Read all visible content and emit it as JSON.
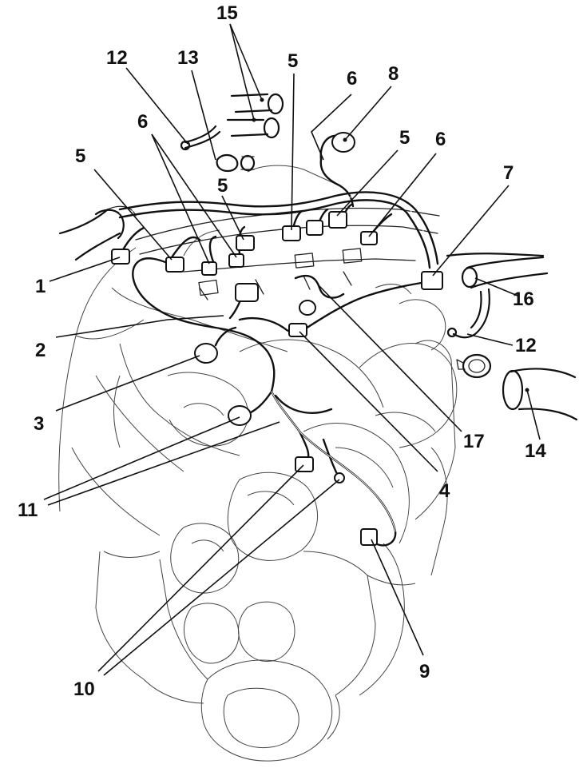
{
  "figure": {
    "callouts": [
      {
        "id": "c1",
        "label": "1"
      },
      {
        "id": "c2",
        "label": "2"
      },
      {
        "id": "c3",
        "label": "3"
      },
      {
        "id": "c4",
        "label": "4"
      },
      {
        "id": "c5a",
        "label": "5"
      },
      {
        "id": "c5b",
        "label": "5"
      },
      {
        "id": "c5c",
        "label": "5"
      },
      {
        "id": "c5d",
        "label": "5"
      },
      {
        "id": "c6a",
        "label": "6"
      },
      {
        "id": "c6b",
        "label": "6"
      },
      {
        "id": "c6c",
        "label": "6"
      },
      {
        "id": "c7",
        "label": "7"
      },
      {
        "id": "c8",
        "label": "8"
      },
      {
        "id": "c9",
        "label": "9"
      },
      {
        "id": "c10",
        "label": "10"
      },
      {
        "id": "c11",
        "label": "11"
      },
      {
        "id": "c12a",
        "label": "12"
      },
      {
        "id": "c12b",
        "label": "12"
      },
      {
        "id": "c13",
        "label": "13"
      },
      {
        "id": "c14",
        "label": "14"
      },
      {
        "id": "c15",
        "label": "15"
      },
      {
        "id": "c16",
        "label": "16"
      },
      {
        "id": "c17",
        "label": "17"
      }
    ]
  }
}
